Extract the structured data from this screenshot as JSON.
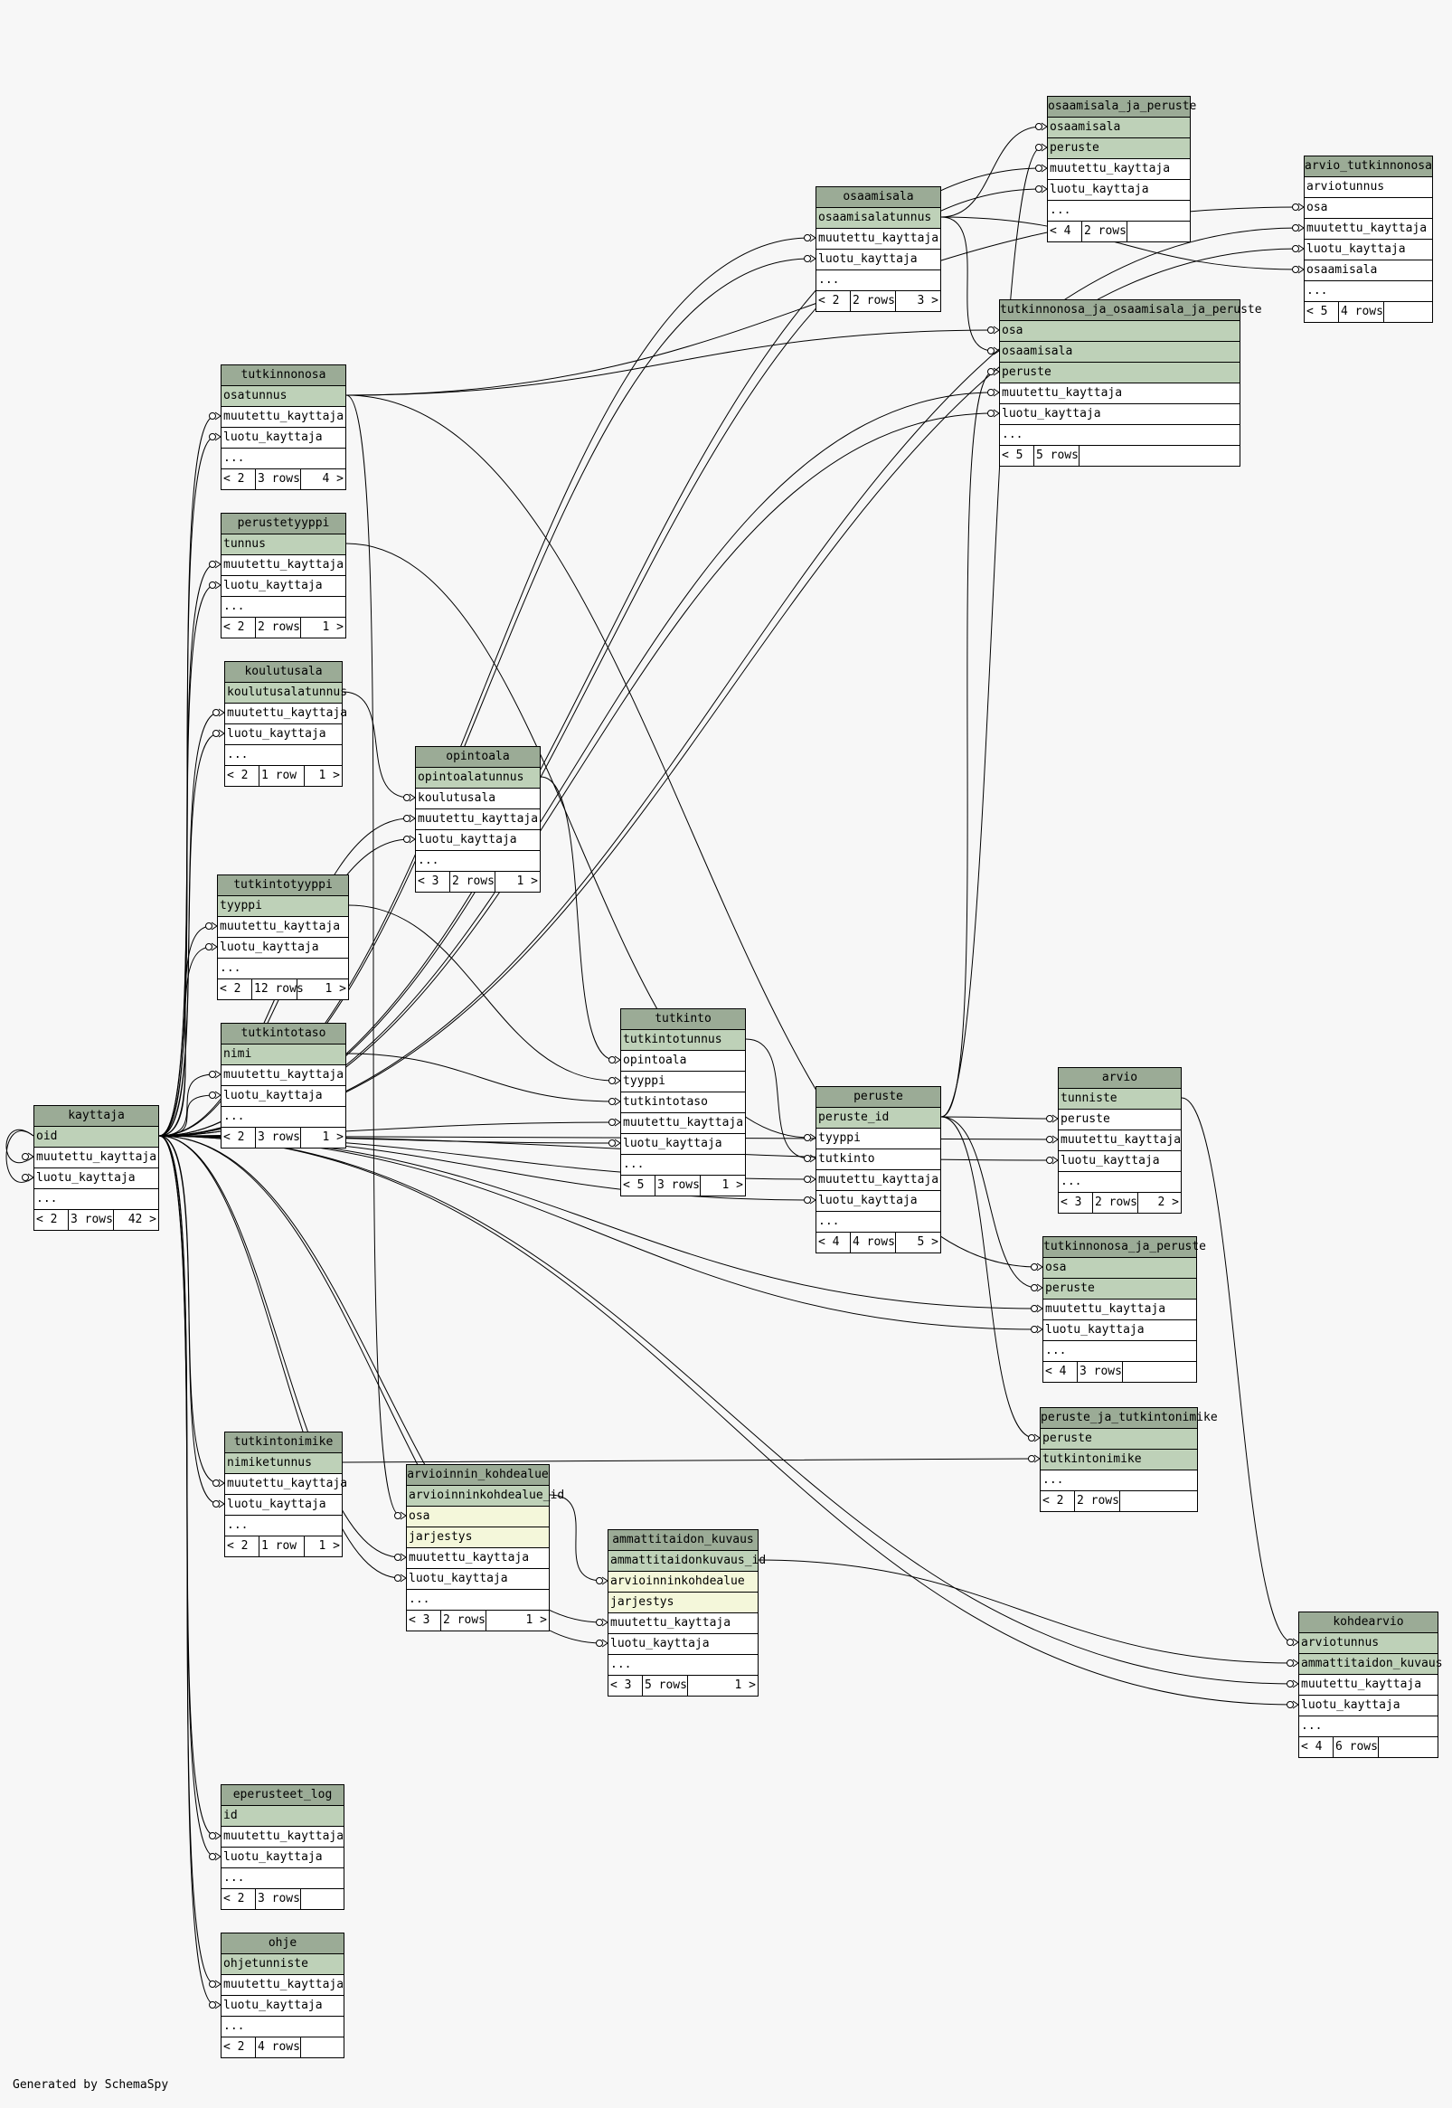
{
  "footer": "Generated by SchemaSpy",
  "colors": {
    "header": "#9bab96",
    "key": "#bed1b8",
    "attr": "#f4f7da"
  },
  "tables": [
    {
      "id": "kayttaja",
      "name": "kayttaja",
      "keys": [
        "oid"
      ],
      "attrs": [],
      "cols": [
        "muutettu_kayttaja",
        "luotu_kayttaja"
      ],
      "foot": [
        "< 2",
        "3 rows",
        "42 >"
      ]
    },
    {
      "id": "tutkinnonosa",
      "name": "tutkinnonosa",
      "keys": [
        "osatunnus"
      ],
      "attrs": [],
      "cols": [
        "muutettu_kayttaja",
        "luotu_kayttaja"
      ],
      "foot": [
        "< 2",
        "3 rows",
        "4 >"
      ]
    },
    {
      "id": "perustetyyppi",
      "name": "perustetyyppi",
      "keys": [
        "tunnus"
      ],
      "attrs": [],
      "cols": [
        "muutettu_kayttaja",
        "luotu_kayttaja"
      ],
      "foot": [
        "< 2",
        "2 rows",
        "1 >"
      ]
    },
    {
      "id": "koulutusala",
      "name": "koulutusala",
      "keys": [
        "koulutusalatunnus"
      ],
      "attrs": [],
      "cols": [
        "muutettu_kayttaja",
        "luotu_kayttaja"
      ],
      "foot": [
        "< 2",
        "1 row",
        "1 >"
      ]
    },
    {
      "id": "opintoala",
      "name": "opintoala",
      "keys": [
        "opintoalatunnus"
      ],
      "attrs": [],
      "cols": [
        "koulutusala",
        "muutettu_kayttaja",
        "luotu_kayttaja"
      ],
      "foot": [
        "< 3",
        "2 rows",
        "1 >"
      ]
    },
    {
      "id": "tutkintotyyppi",
      "name": "tutkintotyyppi",
      "keys": [
        "tyyppi"
      ],
      "attrs": [],
      "cols": [
        "muutettu_kayttaja",
        "luotu_kayttaja"
      ],
      "foot": [
        "< 2",
        "12 rows",
        "1 >"
      ]
    },
    {
      "id": "tutkintotaso",
      "name": "tutkintotaso",
      "keys": [
        "nimi"
      ],
      "attrs": [],
      "cols": [
        "muutettu_kayttaja",
        "luotu_kayttaja"
      ],
      "foot": [
        "< 2",
        "3 rows",
        "1 >"
      ]
    },
    {
      "id": "tutkinto",
      "name": "tutkinto",
      "keys": [
        "tutkintotunnus"
      ],
      "attrs": [],
      "cols": [
        "opintoala",
        "tyyppi",
        "tutkintotaso",
        "muutettu_kayttaja",
        "luotu_kayttaja"
      ],
      "foot": [
        "< 5",
        "3 rows",
        "1 >"
      ]
    },
    {
      "id": "peruste",
      "name": "peruste",
      "keys": [
        "peruste_id"
      ],
      "attrs": [],
      "cols": [
        "tyyppi",
        "tutkinto",
        "muutettu_kayttaja",
        "luotu_kayttaja"
      ],
      "foot": [
        "< 4",
        "4 rows",
        "5 >"
      ]
    },
    {
      "id": "osaamisala",
      "name": "osaamisala",
      "keys": [
        "osaamisalatunnus"
      ],
      "attrs": [],
      "cols": [
        "muutettu_kayttaja",
        "luotu_kayttaja"
      ],
      "foot": [
        "< 2",
        "2 rows",
        "3 >"
      ]
    },
    {
      "id": "osaamisala_ja_peruste",
      "name": "osaamisala_ja_peruste",
      "keys": [
        "osaamisala",
        "peruste"
      ],
      "attrs": [],
      "cols": [
        "muutettu_kayttaja",
        "luotu_kayttaja"
      ],
      "foot": [
        "< 4",
        "2 rows",
        ""
      ]
    },
    {
      "id": "arvio_tutkinnonosa",
      "name": "arvio_tutkinnonosa",
      "keys": [],
      "attrs": [],
      "cols": [
        "arviotunnus",
        "osa",
        "muutettu_kayttaja",
        "luotu_kayttaja",
        "osaamisala"
      ],
      "foot": [
        "< 5",
        "4 rows",
        ""
      ]
    },
    {
      "id": "tutkinnonosa_ja_osaamisala_ja_peruste",
      "name": "tutkinnonosa_ja_osaamisala_ja_peruste",
      "keys": [
        "osa",
        "osaamisala",
        "peruste"
      ],
      "attrs": [],
      "cols": [
        "muutettu_kayttaja",
        "luotu_kayttaja"
      ],
      "foot": [
        "< 5",
        "5 rows",
        ""
      ]
    },
    {
      "id": "arvio",
      "name": "arvio",
      "keys": [
        "tunniste"
      ],
      "attrs": [],
      "cols": [
        "peruste",
        "muutettu_kayttaja",
        "luotu_kayttaja"
      ],
      "foot": [
        "< 3",
        "2 rows",
        "2 >"
      ]
    },
    {
      "id": "tutkinnonosa_ja_peruste",
      "name": "tutkinnonosa_ja_peruste",
      "keys": [
        "osa",
        "peruste"
      ],
      "attrs": [],
      "cols": [
        "muutettu_kayttaja",
        "luotu_kayttaja"
      ],
      "foot": [
        "< 4",
        "3 rows",
        ""
      ]
    },
    {
      "id": "peruste_ja_tutkintonimike",
      "name": "peruste_ja_tutkintonimike",
      "keys": [
        "peruste",
        "tutkintonimike"
      ],
      "attrs": [],
      "cols": [],
      "foot": [
        "< 2",
        "2 rows",
        ""
      ]
    },
    {
      "id": "tutkintonimike",
      "name": "tutkintonimike",
      "keys": [
        "nimiketunnus"
      ],
      "attrs": [],
      "cols": [
        "muutettu_kayttaja",
        "luotu_kayttaja"
      ],
      "foot": [
        "< 2",
        "1 row",
        "1 >"
      ]
    },
    {
      "id": "arvioinnin_kohdealue",
      "name": "arvioinnin_kohdealue",
      "keys": [
        "arvioinninkohdealue_id"
      ],
      "attrs": [
        "osa",
        "jarjestys"
      ],
      "cols": [
        "muutettu_kayttaja",
        "luotu_kayttaja"
      ],
      "foot": [
        "< 3",
        "2 rows",
        "1 >"
      ]
    },
    {
      "id": "ammattitaidon_kuvaus",
      "name": "ammattitaidon_kuvaus",
      "keys": [
        "ammattitaidonkuvaus_id"
      ],
      "attrs": [
        "arvioinninkohdealue",
        "jarjestys"
      ],
      "cols": [
        "muutettu_kayttaja",
        "luotu_kayttaja"
      ],
      "foot": [
        "< 3",
        "5 rows",
        "1 >"
      ]
    },
    {
      "id": "kohdearvio",
      "name": "kohdearvio",
      "keys": [
        "arviotunnus",
        "ammattitaidon_kuvaus"
      ],
      "attrs": [],
      "cols": [
        "muutettu_kayttaja",
        "luotu_kayttaja"
      ],
      "foot": [
        "< 4",
        "6 rows",
        ""
      ]
    },
    {
      "id": "eperusteet_log",
      "name": "eperusteet_log",
      "keys": [
        "id"
      ],
      "attrs": [],
      "cols": [
        "muutettu_kayttaja",
        "luotu_kayttaja"
      ],
      "foot": [
        "< 2",
        "3 rows",
        ""
      ]
    },
    {
      "id": "ohje",
      "name": "ohje",
      "keys": [
        "ohjetunniste"
      ],
      "attrs": [],
      "cols": [
        "muutettu_kayttaja",
        "luotu_kayttaja"
      ],
      "foot": [
        "< 2",
        "4 rows",
        ""
      ]
    }
  ],
  "relationships": [
    [
      "kayttaja",
      "oid",
      "kayttaja",
      "muutettu_kayttaja"
    ],
    [
      "kayttaja",
      "oid",
      "kayttaja",
      "luotu_kayttaja"
    ],
    [
      "kayttaja",
      "oid",
      "tutkinnonosa",
      "muutettu_kayttaja"
    ],
    [
      "kayttaja",
      "oid",
      "tutkinnonosa",
      "luotu_kayttaja"
    ],
    [
      "kayttaja",
      "oid",
      "perustetyyppi",
      "muutettu_kayttaja"
    ],
    [
      "kayttaja",
      "oid",
      "perustetyyppi",
      "luotu_kayttaja"
    ],
    [
      "kayttaja",
      "oid",
      "koulutusala",
      "muutettu_kayttaja"
    ],
    [
      "kayttaja",
      "oid",
      "koulutusala",
      "luotu_kayttaja"
    ],
    [
      "kayttaja",
      "oid",
      "opintoala",
      "muutettu_kayttaja"
    ],
    [
      "kayttaja",
      "oid",
      "opintoala",
      "luotu_kayttaja"
    ],
    [
      "kayttaja",
      "oid",
      "tutkintotyyppi",
      "muutettu_kayttaja"
    ],
    [
      "kayttaja",
      "oid",
      "tutkintotyyppi",
      "luotu_kayttaja"
    ],
    [
      "kayttaja",
      "oid",
      "tutkintotaso",
      "muutettu_kayttaja"
    ],
    [
      "kayttaja",
      "oid",
      "tutkintotaso",
      "luotu_kayttaja"
    ],
    [
      "kayttaja",
      "oid",
      "tutkinto",
      "muutettu_kayttaja"
    ],
    [
      "kayttaja",
      "oid",
      "tutkinto",
      "luotu_kayttaja"
    ],
    [
      "kayttaja",
      "oid",
      "peruste",
      "muutettu_kayttaja"
    ],
    [
      "kayttaja",
      "oid",
      "peruste",
      "luotu_kayttaja"
    ],
    [
      "kayttaja",
      "oid",
      "osaamisala",
      "muutettu_kayttaja"
    ],
    [
      "kayttaja",
      "oid",
      "osaamisala",
      "luotu_kayttaja"
    ],
    [
      "kayttaja",
      "oid",
      "osaamisala_ja_peruste",
      "muutettu_kayttaja"
    ],
    [
      "kayttaja",
      "oid",
      "osaamisala_ja_peruste",
      "luotu_kayttaja"
    ],
    [
      "kayttaja",
      "oid",
      "arvio_tutkinnonosa",
      "muutettu_kayttaja"
    ],
    [
      "kayttaja",
      "oid",
      "arvio_tutkinnonosa",
      "luotu_kayttaja"
    ],
    [
      "kayttaja",
      "oid",
      "tutkinnonosa_ja_osaamisala_ja_peruste",
      "muutettu_kayttaja"
    ],
    [
      "kayttaja",
      "oid",
      "tutkinnonosa_ja_osaamisala_ja_peruste",
      "luotu_kayttaja"
    ],
    [
      "kayttaja",
      "oid",
      "arvio",
      "muutettu_kayttaja"
    ],
    [
      "kayttaja",
      "oid",
      "arvio",
      "luotu_kayttaja"
    ],
    [
      "kayttaja",
      "oid",
      "tutkinnonosa_ja_peruste",
      "muutettu_kayttaja"
    ],
    [
      "kayttaja",
      "oid",
      "tutkinnonosa_ja_peruste",
      "luotu_kayttaja"
    ],
    [
      "kayttaja",
      "oid",
      "tutkintonimike",
      "muutettu_kayttaja"
    ],
    [
      "kayttaja",
      "oid",
      "tutkintonimike",
      "luotu_kayttaja"
    ],
    [
      "kayttaja",
      "oid",
      "arvioinnin_kohdealue",
      "muutettu_kayttaja"
    ],
    [
      "kayttaja",
      "oid",
      "arvioinnin_kohdealue",
      "luotu_kayttaja"
    ],
    [
      "kayttaja",
      "oid",
      "ammattitaidon_kuvaus",
      "muutettu_kayttaja"
    ],
    [
      "kayttaja",
      "oid",
      "ammattitaidon_kuvaus",
      "luotu_kayttaja"
    ],
    [
      "kayttaja",
      "oid",
      "kohdearvio",
      "muutettu_kayttaja"
    ],
    [
      "kayttaja",
      "oid",
      "kohdearvio",
      "luotu_kayttaja"
    ],
    [
      "kayttaja",
      "oid",
      "eperusteet_log",
      "muutettu_kayttaja"
    ],
    [
      "kayttaja",
      "oid",
      "eperusteet_log",
      "luotu_kayttaja"
    ],
    [
      "kayttaja",
      "oid",
      "ohje",
      "muutettu_kayttaja"
    ],
    [
      "kayttaja",
      "oid",
      "ohje",
      "luotu_kayttaja"
    ],
    [
      "koulutusala",
      "koulutusalatunnus",
      "opintoala",
      "koulutusala"
    ],
    [
      "opintoala",
      "opintoalatunnus",
      "tutkinto",
      "opintoala"
    ],
    [
      "tutkintotyyppi",
      "tyyppi",
      "tutkinto",
      "tyyppi"
    ],
    [
      "tutkintotaso",
      "nimi",
      "tutkinto",
      "tutkintotaso"
    ],
    [
      "tutkinto",
      "tutkintotunnus",
      "peruste",
      "tutkinto"
    ],
    [
      "perustetyyppi",
      "tunnus",
      "peruste",
      "tyyppi"
    ],
    [
      "osaamisala",
      "osaamisalatunnus",
      "osaamisala_ja_peruste",
      "osaamisala"
    ],
    [
      "peruste",
      "peruste_id",
      "osaamisala_ja_peruste",
      "peruste"
    ],
    [
      "tutkinnonosa",
      "osatunnus",
      "arvio_tutkinnonosa",
      "osa"
    ],
    [
      "osaamisala",
      "osaamisalatunnus",
      "arvio_tutkinnonosa",
      "osaamisala"
    ],
    [
      "tutkinnonosa",
      "osatunnus",
      "tutkinnonosa_ja_osaamisala_ja_peruste",
      "osa"
    ],
    [
      "osaamisala",
      "osaamisalatunnus",
      "tutkinnonosa_ja_osaamisala_ja_peruste",
      "osaamisala"
    ],
    [
      "peruste",
      "peruste_id",
      "tutkinnonosa_ja_osaamisala_ja_peruste",
      "peruste"
    ],
    [
      "peruste",
      "peruste_id",
      "arvio",
      "peruste"
    ],
    [
      "tutkinnonosa",
      "osatunnus",
      "tutkinnonosa_ja_peruste",
      "osa"
    ],
    [
      "peruste",
      "peruste_id",
      "tutkinnonosa_ja_peruste",
      "peruste"
    ],
    [
      "peruste",
      "peruste_id",
      "peruste_ja_tutkintonimike",
      "peruste"
    ],
    [
      "tutkintonimike",
      "nimiketunnus",
      "peruste_ja_tutkintonimike",
      "tutkintonimike"
    ],
    [
      "tutkinnonosa",
      "osatunnus",
      "arvioinnin_kohdealue",
      "osa"
    ],
    [
      "arvioinnin_kohdealue",
      "arvioinninkohdealue_id",
      "ammattitaidon_kuvaus",
      "arvioinninkohdealue"
    ],
    [
      "arvio",
      "tunniste",
      "kohdearvio",
      "arviotunnus"
    ],
    [
      "ammattitaidon_kuvaus",
      "ammattitaidonkuvaus_id",
      "kohdearvio",
      "ammattitaidon_kuvaus"
    ]
  ]
}
